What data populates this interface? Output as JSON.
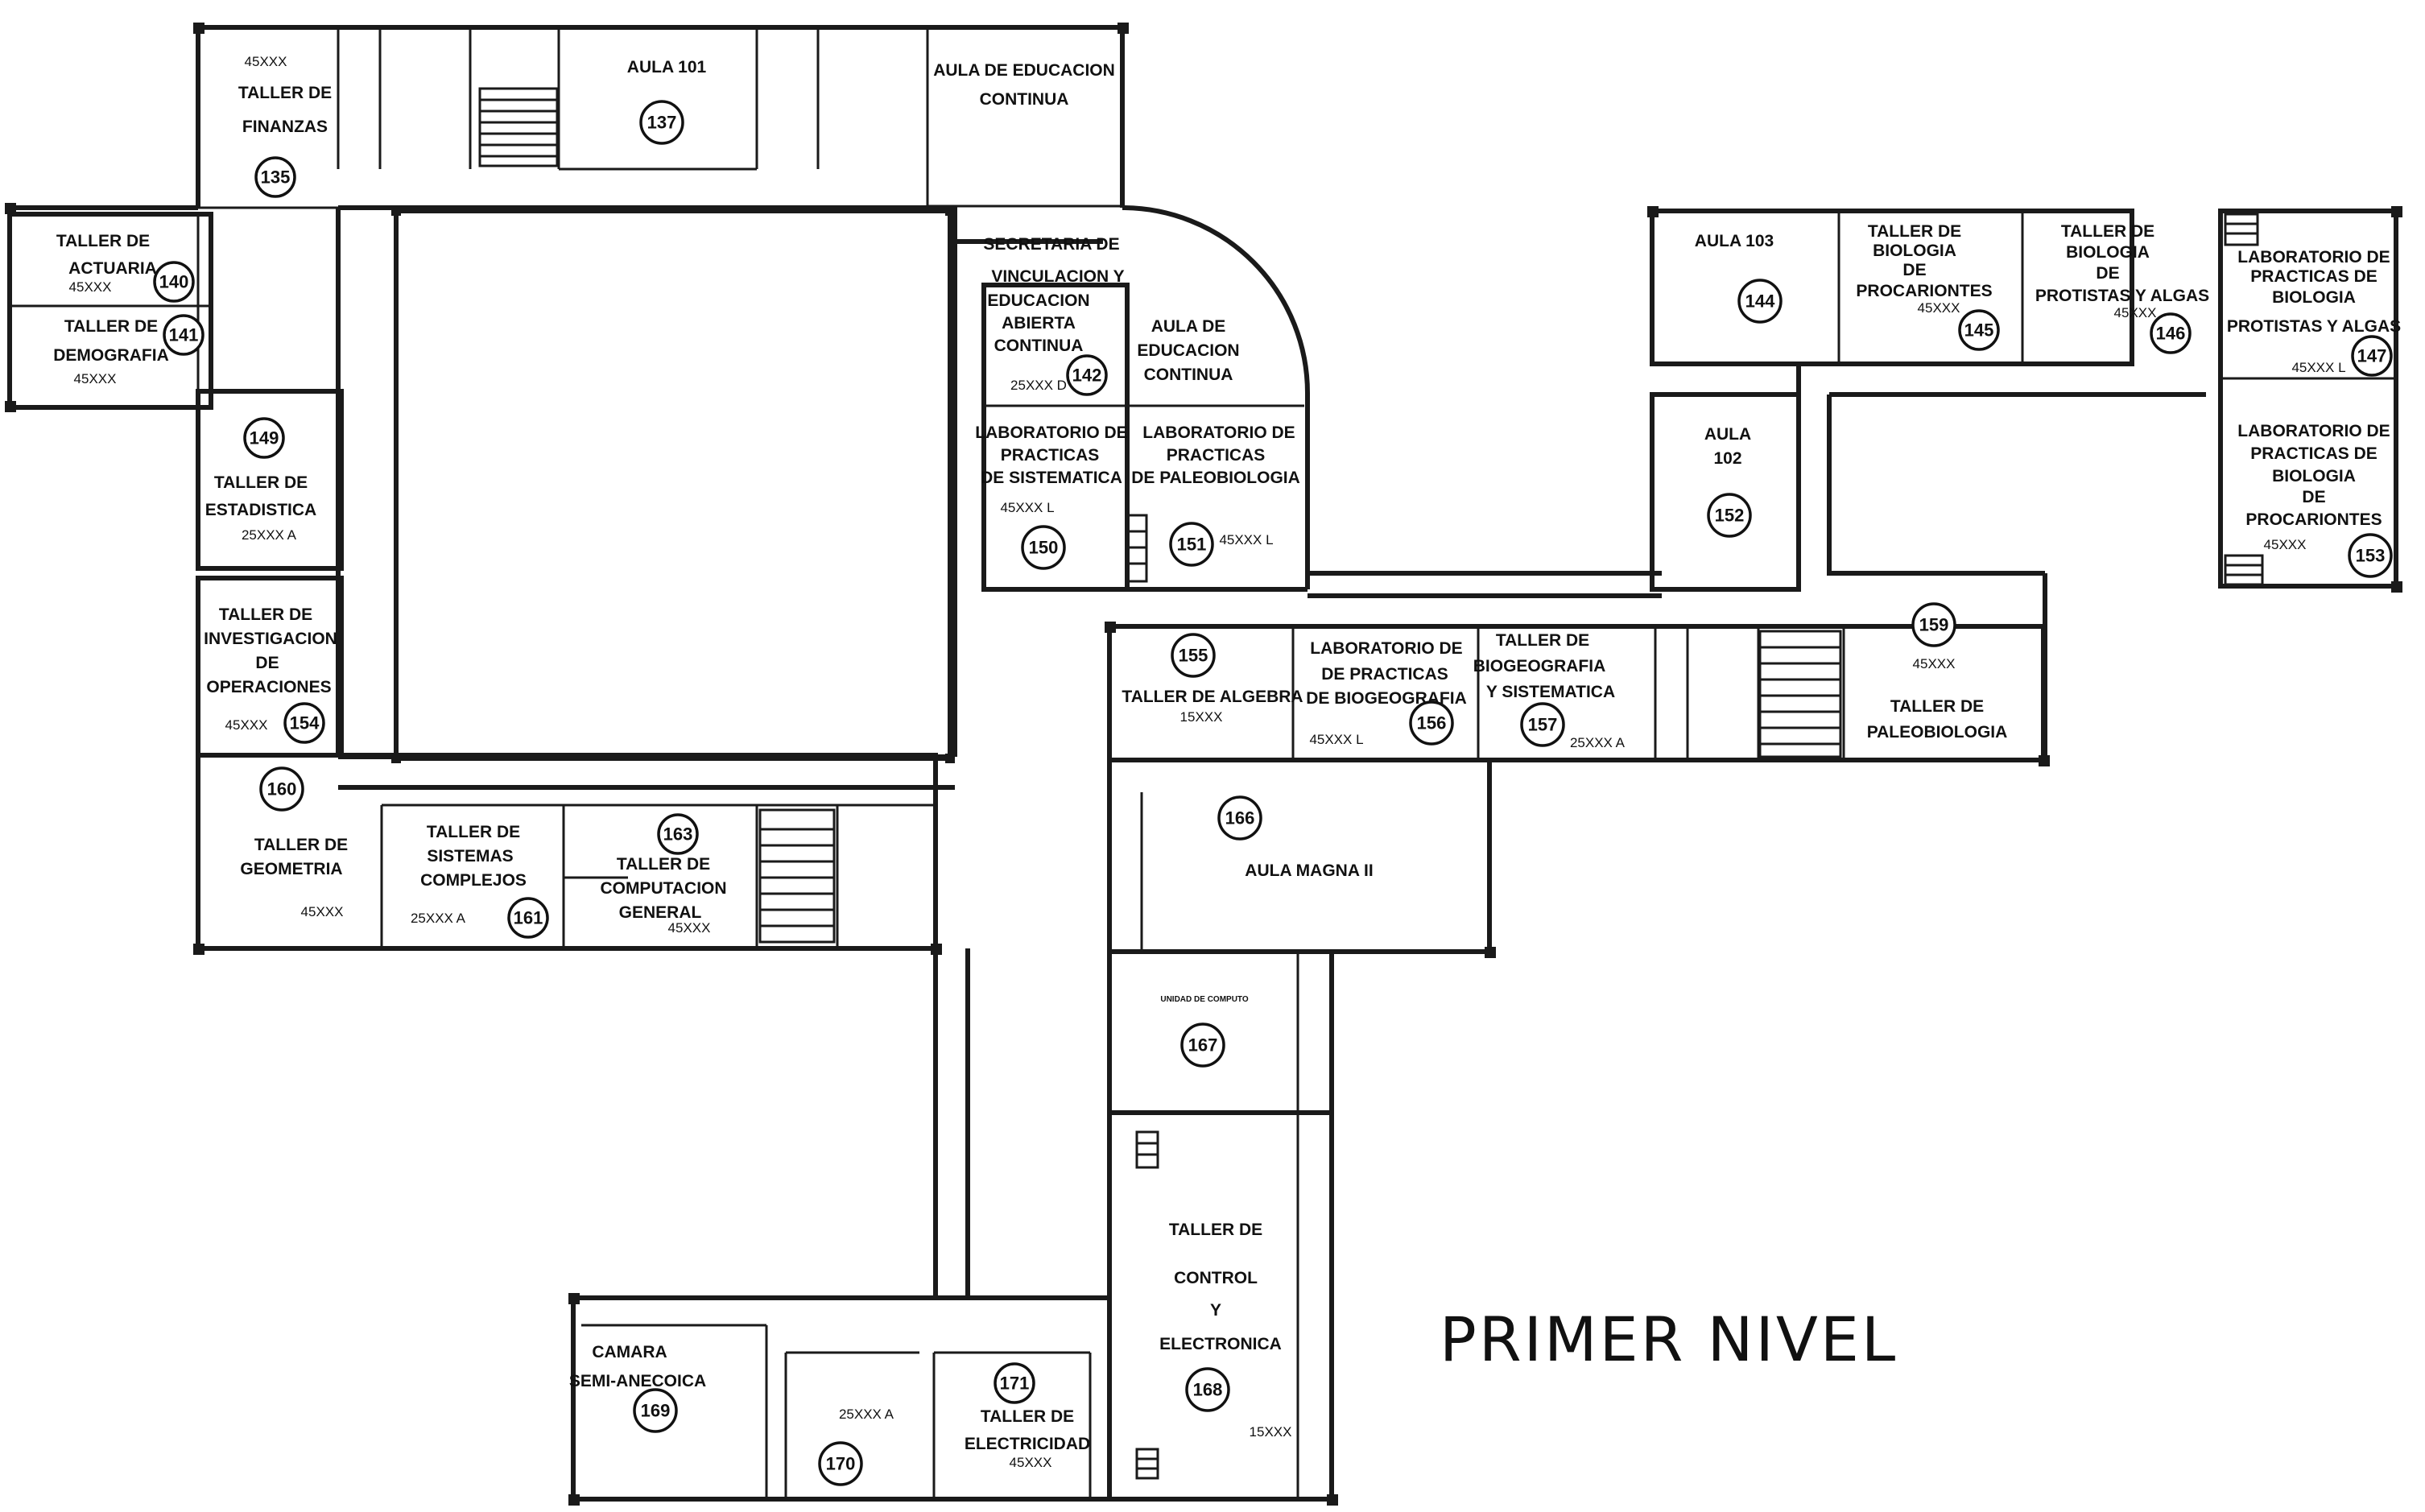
{
  "title": "PRIMER NIVEL",
  "rooms": [
    {
      "id": "r135",
      "lines": [
        "TALLER DE",
        "FINANZAS"
      ],
      "code": "45XXX",
      "number": "135"
    },
    {
      "id": "r137",
      "lines": [
        "AULA 101"
      ],
      "code": "",
      "number": "137"
    },
    {
      "id": "rcont1",
      "lines": [
        "AULA DE EDUCACION",
        "CONTINUA"
      ],
      "code": "",
      "number": ""
    },
    {
      "id": "rsec",
      "lines": [
        "SECRETARIA DE",
        "VINCULACION Y"
      ],
      "code": "",
      "number": ""
    },
    {
      "id": "r142",
      "lines": [
        "EDUCACION",
        "ABIERTA",
        "CONTINUA"
      ],
      "code": "25XXX D",
      "number": "142"
    },
    {
      "id": "rcont2",
      "lines": [
        "AULA DE",
        "EDUCACION",
        "CONTINUA"
      ],
      "code": "",
      "number": ""
    },
    {
      "id": "r140",
      "lines": [
        "TALLER DE",
        "ACTUARIA"
      ],
      "code": "45XXX",
      "number": "140"
    },
    {
      "id": "r141",
      "lines": [
        "TALLER DE",
        "DEMOGRAFIA"
      ],
      "code": "45XXX",
      "number": "141"
    },
    {
      "id": "r149",
      "lines": [
        "TALLER DE",
        "ESTADISTICA"
      ],
      "code": "25XXX A",
      "number": "149"
    },
    {
      "id": "r154",
      "lines": [
        "TALLER DE",
        "INVESTIGACION",
        "DE",
        "OPERACIONES"
      ],
      "code": "45XXX",
      "number": "154"
    },
    {
      "id": "r160",
      "lines": [
        "TALLER DE",
        "GEOMETRIA"
      ],
      "code": "45XXX",
      "number": "160"
    },
    {
      "id": "r161",
      "lines": [
        "TALLER DE",
        "SISTEMAS",
        "COMPLEJOS"
      ],
      "code": "25XXX A",
      "number": "161"
    },
    {
      "id": "r163",
      "lines": [
        "TALLER DE",
        "COMPUTACION",
        "GENERAL"
      ],
      "code": "45XXX",
      "number": "163"
    },
    {
      "id": "r150",
      "lines": [
        "LABORATORIO DE",
        "PRACTICAS",
        "DE SISTEMATICA"
      ],
      "code": "45XXX L",
      "number": "150"
    },
    {
      "id": "r151",
      "lines": [
        "LABORATORIO DE",
        "PRACTICAS",
        "DE PALEOBIOLOGIA"
      ],
      "code": "45XXX L",
      "number": "151"
    },
    {
      "id": "r144",
      "lines": [
        "AULA 103"
      ],
      "code": "",
      "number": "144"
    },
    {
      "id": "r145",
      "lines": [
        "TALLER DE",
        "BIOLOGIA",
        "DE",
        "PROCARIONTES"
      ],
      "code": "45XXX",
      "number": "145"
    },
    {
      "id": "r146",
      "lines": [
        "TALLER DE",
        "BIOLOGIA",
        "DE",
        "PROTISTAS Y ALGAS"
      ],
      "code": "45XXX",
      "number": "146"
    },
    {
      "id": "r147",
      "lines": [
        "LABORATORIO DE",
        "PRACTICAS DE",
        "BIOLOGIA",
        "PROTISTAS Y ALGAS"
      ],
      "code": "45XXX L",
      "number": "147"
    },
    {
      "id": "r152",
      "lines": [
        "AULA",
        "102"
      ],
      "code": "",
      "number": "152"
    },
    {
      "id": "r153",
      "lines": [
        "LABORATORIO DE",
        "PRACTICAS DE",
        "BIOLOGIA",
        "DE",
        "PROCARIONTES"
      ],
      "code": "45XXX",
      "number": "153"
    },
    {
      "id": "r155",
      "lines": [
        "TALLER DE ALGEBRA"
      ],
      "code": "15XXX",
      "number": "155"
    },
    {
      "id": "r156",
      "lines": [
        "LABORATORIO DE",
        "DE PRACTICAS",
        "DE BIOGEOGRAFIA"
      ],
      "code": "45XXX L",
      "number": "156"
    },
    {
      "id": "r157",
      "lines": [
        "TALLER DE",
        "BIOGEOGRAFIA",
        "Y SISTEMATICA"
      ],
      "code": "25XXX A",
      "number": "157"
    },
    {
      "id": "r159",
      "lines": [
        "TALLER DE",
        "PALEOBIOLOGIA"
      ],
      "code": "45XXX",
      "number": "159"
    },
    {
      "id": "r166",
      "lines": [
        "AULA MAGNA II"
      ],
      "code": "",
      "number": "166"
    },
    {
      "id": "r167",
      "lines": [
        "UNIDAD DE COMPUTO"
      ],
      "code": "",
      "number": "167"
    },
    {
      "id": "r168",
      "lines": [
        "TALLER DE",
        "CONTROL",
        "Y",
        "ELECTRONICA"
      ],
      "code": "15XXX",
      "number": "168"
    },
    {
      "id": "r169",
      "lines": [
        "CAMARA",
        "SEMI-ANECOICA"
      ],
      "code": "",
      "number": "169"
    },
    {
      "id": "r170",
      "lines": [],
      "code": "25XXX A",
      "number": "170"
    },
    {
      "id": "r171",
      "lines": [
        "TALLER DE",
        "ELECTRICIDAD"
      ],
      "code": "45XXX",
      "number": "171"
    }
  ]
}
